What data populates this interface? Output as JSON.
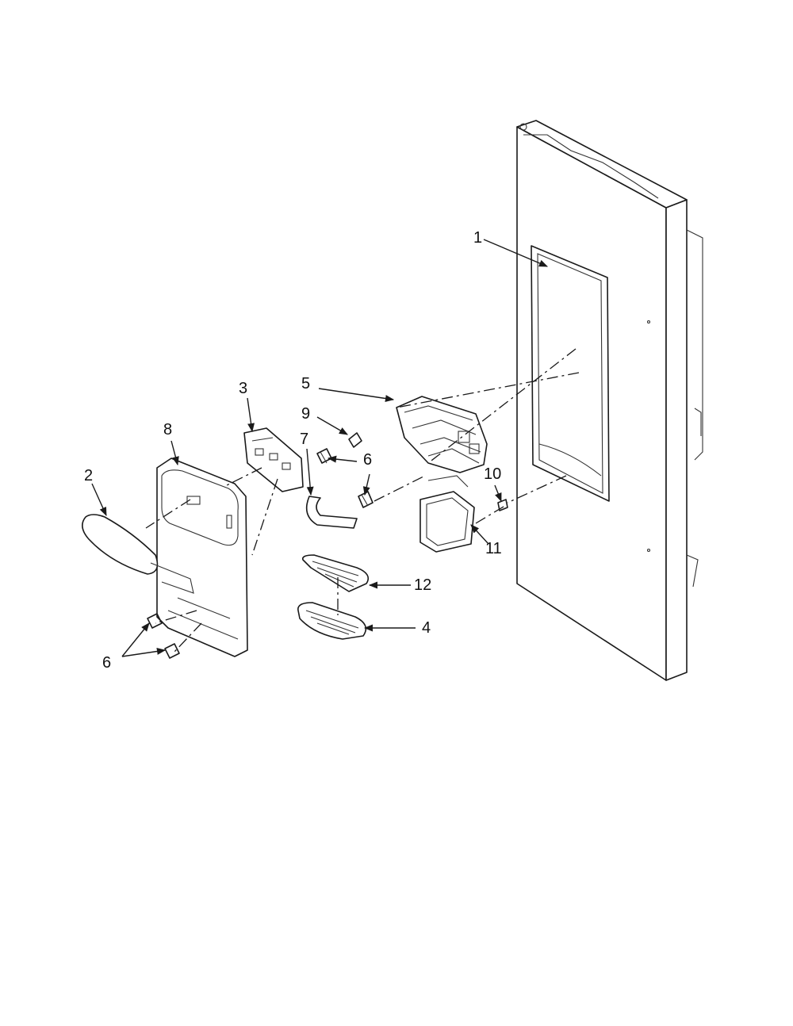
{
  "callouts": {
    "c1": "1",
    "c2": "2",
    "c3": "3",
    "c4": "4",
    "c5": "5",
    "c6a": "6",
    "c6b": "6",
    "c6c": "6",
    "c7": "7",
    "c8": "8",
    "c9": "9",
    "c10": "10",
    "c11": "11",
    "c12": "12"
  },
  "colors": {
    "line": "#1a1a1a",
    "background": "#ffffff"
  }
}
